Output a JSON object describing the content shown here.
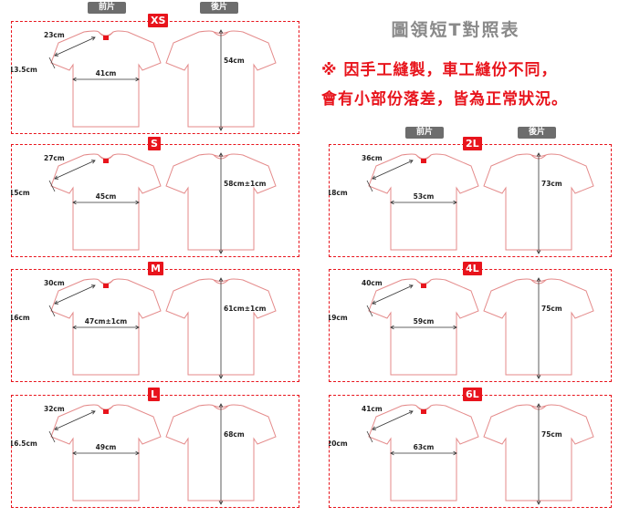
{
  "title": "圖領短T對照表",
  "notes": [
    "※ 因手工縫製，車工縫份不同，",
    "會有小部份落差，皆為正常狀況。"
  ],
  "tabs": {
    "front": "前片",
    "back": "後片"
  },
  "colors": {
    "accent": "#e8141c",
    "tab_bg": "#6d6d6d",
    "title": "#8a8a8a",
    "outline": "#e48a8a"
  },
  "sizes": [
    {
      "size": "XS",
      "shoulder": "23cm",
      "sleeve": "13.5cm",
      "chest": "41cm",
      "length": "54cm"
    },
    {
      "size": "S",
      "shoulder": "27cm",
      "sleeve": "15cm",
      "chest": "45cm",
      "length": "58cm±1cm"
    },
    {
      "size": "M",
      "shoulder": "30cm",
      "sleeve": "16cm",
      "chest": "47cm±1cm",
      "length": "61cm±1cm"
    },
    {
      "size": "L",
      "shoulder": "32cm",
      "sleeve": "16.5cm",
      "chest": "49cm",
      "length": "68cm"
    },
    {
      "size": "2L",
      "shoulder": "36cm",
      "sleeve": "18cm",
      "chest": "53cm",
      "length": "73cm"
    },
    {
      "size": "4L",
      "shoulder": "40cm",
      "sleeve": "19cm",
      "chest": "59cm",
      "length": "75cm"
    },
    {
      "size": "6L",
      "shoulder": "41cm",
      "sleeve": "20cm",
      "chest": "63cm",
      "length": "75cm"
    }
  ]
}
